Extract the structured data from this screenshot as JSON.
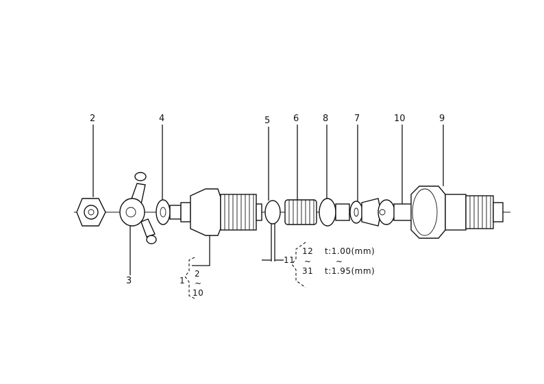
{
  "diagram": {
    "callouts": [
      {
        "id": "c2",
        "text": "2"
      },
      {
        "id": "c3",
        "text": "3"
      },
      {
        "id": "c4",
        "text": "4"
      },
      {
        "id": "c5",
        "text": "5"
      },
      {
        "id": "c6",
        "text": "6"
      },
      {
        "id": "c8",
        "text": "8"
      },
      {
        "id": "c7",
        "text": "7"
      },
      {
        "id": "c10",
        "text": "10"
      },
      {
        "id": "c9",
        "text": "9"
      }
    ],
    "bracket_group": {
      "ref": "1",
      "from": "2",
      "tilde": "~",
      "to": "10"
    },
    "shim_group": {
      "ref": "11",
      "from": "12",
      "tilde": "~",
      "to": "31",
      "t_min": "t:1.00(mm)",
      "t_max": "t:1.95(mm)"
    }
  }
}
